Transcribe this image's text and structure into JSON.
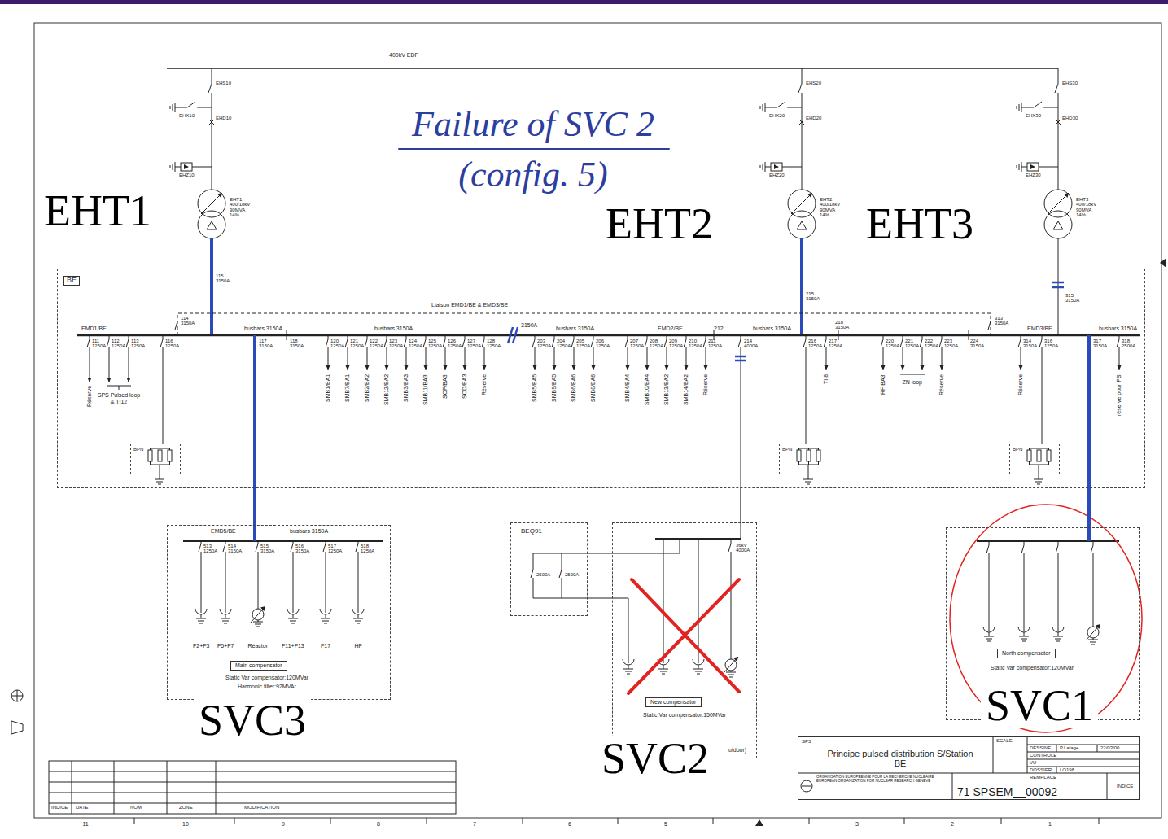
{
  "diagram": {
    "title": "Failure of SVC 2 (config. 5)",
    "nodes": [
      {
        "text": [
          "BE"
        ]
      },
      {
        "text": [
          "BPN"
        ],
        "in": 0
      },
      {
        "text": [
          "BPN"
        ],
        "in": 0
      },
      {
        "text": [
          "BPN"
        ],
        "in": 0
      },
      {
        "text": [
          "EMD5/BE",
          "busbars 3150A"
        ]
      },
      {
        "text": [
          "Main compensator"
        ],
        "in": 4
      },
      {
        "text": [
          "BEQ91"
        ]
      },
      {
        "text": [
          "36kV 4000A"
        ]
      },
      {
        "text": [
          "New compensator"
        ],
        "in": 7
      },
      {
        "text": [
          "Static Var compensator:120MVar"
        ]
      },
      {
        "text": [
          "North compensator"
        ],
        "in": 9
      },
      {
        "text": [
          "SPS",
          "Principe pulsed distribution S/Station BE",
          "71 SPSEM__00092"
        ]
      }
    ],
    "edges": [
      {
        "from": 0,
        "to": 4,
        "arrow": "none"
      },
      {
        "from": 0,
        "to": 7,
        "arrow": "none"
      },
      {
        "from": 0,
        "to": 9,
        "arrow": "none"
      },
      {
        "from": 6,
        "to": 7,
        "arrow": "none"
      },
      {
        "from": 6,
        "to": 7,
        "arrow": "none"
      }
    ],
    "labels": [
      "400kV EDF",
      "EHS10",
      "EHX10",
      "EHD10",
      "EHZ10",
      "EHT1 400/18kV 90MVA 14%",
      "EHS20",
      "EHX20",
      "EHD20",
      "EHZ20",
      "EHT2 400/18kV 90MVA 14%",
      "EHS30",
      "EHX30",
      "EHD30",
      "EHZ30",
      "EHT3 400/18kV 90MVA 14%",
      "EHT1",
      "EHT2",
      "EHT3",
      "115 3150A",
      "114 3150A",
      "Liaison EMD1/BE & EMD3/BE",
      "EMD1/BE",
      "busbars 3150A",
      "118 3150A",
      "busbars 3150A",
      "3150A",
      "busbars 3150A",
      "EMD2/BE",
      "212",
      "busbars 3150A",
      "215 3150A",
      "218 3150A",
      "224 3150A",
      "313 3150A",
      "EMD3/BE",
      "busbars 3150A",
      "315 3150A",
      "111 1250A",
      "112 1250A",
      "113 1250A",
      "116 1250A",
      "Réserve",
      "SPS Pulsed loop & TI12",
      "117 3150A",
      "120 1250A",
      "121 1250A",
      "122 1250A",
      "123 1250A",
      "124 1250A",
      "125 1250A",
      "126 1250A",
      "127 1250A",
      "128 1250A",
      "SMB1/BA1",
      "SMB7/BA1",
      "SMB2/BA2",
      "SMB12/BA2",
      "SMB3/BA3",
      "SMB11/BA3",
      "SOF/BA3",
      "SOD/BA3",
      "Réserve",
      "203 1250A",
      "204 1250A",
      "205 1250A",
      "206 1250A",
      "SMB5/BA5",
      "SMB9/BA5",
      "SMB6/BA6",
      "SMB8/BA6",
      "207 1250A",
      "208 1250A",
      "209 1250A",
      "210 1250A",
      "211 1250A",
      "SMB4/BA4",
      "SMB10/BA4",
      "SMB13/BA2",
      "SMB14/BA2",
      "Réserve",
      "214 4000A",
      "216 1250A",
      "217 1250A",
      "TI 8",
      "220 1250A",
      "221 1250A",
      "222 1250A",
      "223 1250A",
      "RF BA3",
      "ZN loop",
      "Réserve",
      "314 3150A",
      "316 1250A",
      "317 3150A",
      "318 2500A",
      "Réserve",
      "réserve pour PS",
      "513 1250A",
      "514 3150A",
      "515 3150A",
      "516 3150A",
      "517 1250A",
      "518 1250A",
      "F2+F3",
      "F5+F7",
      "Réactor",
      "F11+F13",
      "F17",
      "HF",
      "Static Var compensator:120MVar",
      "Harmonic filter:92MVAr",
      "SVC3",
      "2500A",
      "2500A",
      "Static Var compensator:150MVar",
      "utdoor)",
      "SVC2",
      "SVC1",
      "SCALE",
      "DESSINE",
      "P.Lafage",
      "22/03/00",
      "CONTROLE",
      "VU",
      "DOSSIER",
      "LO198",
      "REMPLACE",
      "ORGANISATION EUROPEENNE POUR LA RECHERCHE NUCLEAIRE EUROPEAN ORGANIZATION FOR NUCLEAR RESEARCH GENEVE",
      "INDICE",
      "INDICE",
      "DATE",
      "NOM",
      "ZONE",
      "MODIFICATION",
      "11",
      "10",
      "9",
      "8",
      "7",
      "6",
      "5",
      "3",
      "2",
      "1"
    ]
  }
}
